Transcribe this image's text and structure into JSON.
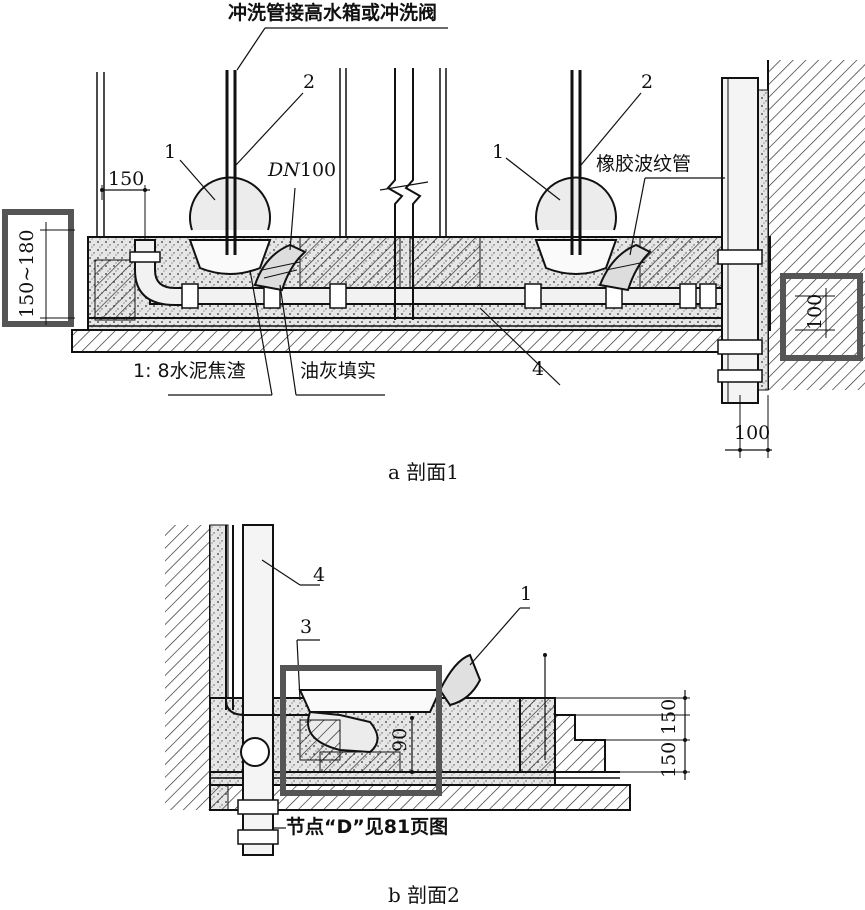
{
  "section_a": {
    "caption": "a 剖面1",
    "flush_pipe_note": "冲洗管接高水箱或冲洗阀",
    "label_1_left": "1",
    "label_2_left": "2",
    "label_1_right": "1",
    "label_2_right": "2",
    "dn": "DN",
    "dn_value": "100",
    "rubber_pipe": "橡胶波纹管",
    "dim_150": "150",
    "dim_150_180": "150~180",
    "dim_100_right": "100",
    "dim_100_bottom": "100",
    "cement": "1: 8水泥焦渣",
    "putty": "油灰填实",
    "label_4": "4"
  },
  "section_b": {
    "caption": "b 剖面2",
    "label_4": "4",
    "label_3": "3",
    "label_1": "1",
    "dim_90": "90",
    "dim_150_top": "150",
    "dim_150_bottom": "150",
    "node_note": "节点“D”见81页图"
  },
  "colors": {
    "line": "#111111",
    "highlight_box": "#555555",
    "fill": "#d8d8d8"
  }
}
